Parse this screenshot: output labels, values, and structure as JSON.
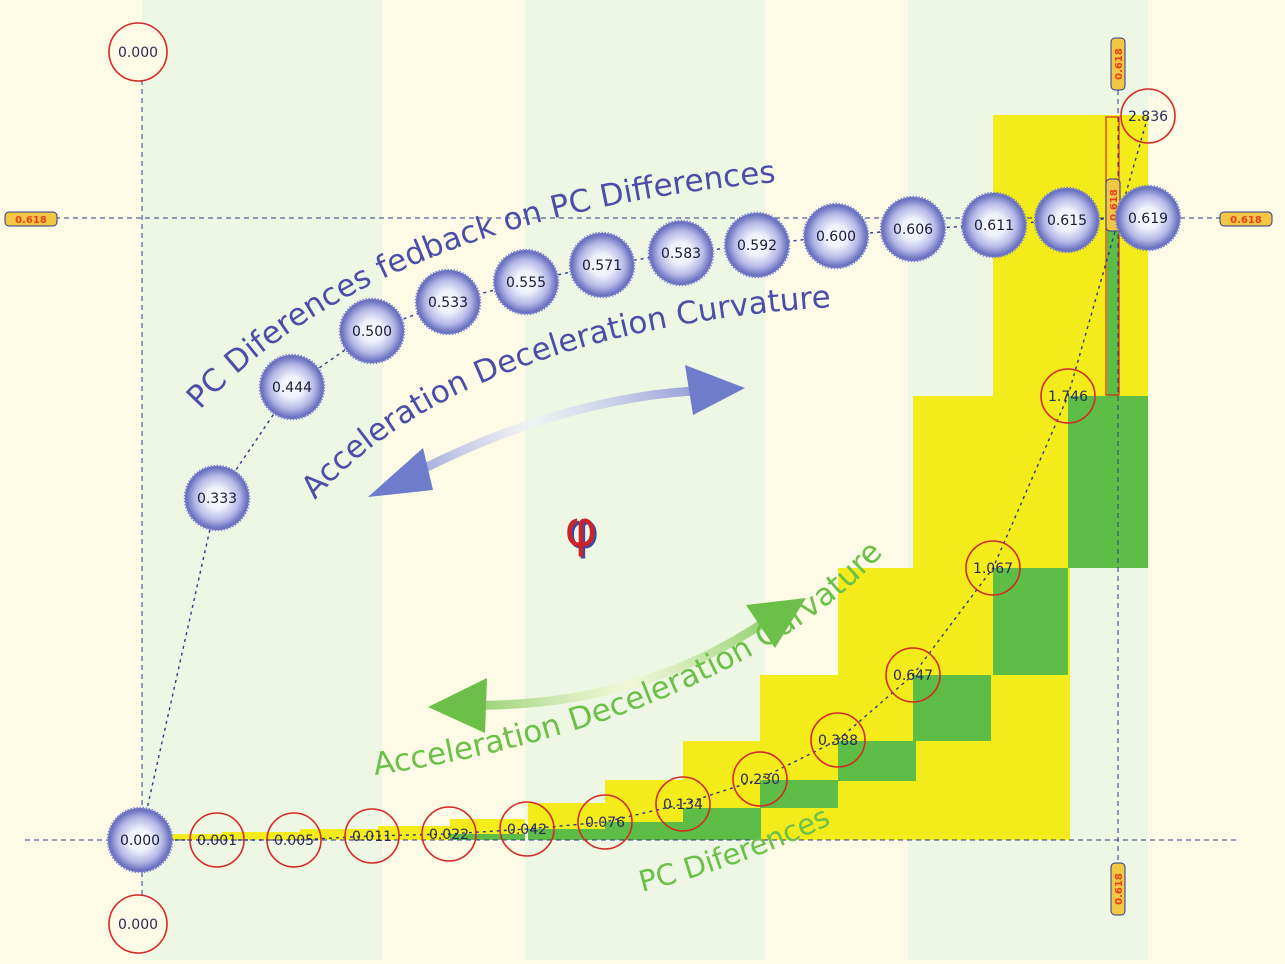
{
  "title_top": "PC Diferences fedback on PC Differences",
  "label_blue": "Acceleration Deceleration Curvature",
  "label_green": "Acceleration Deceleration Curvature",
  "label_bottom": "PC Diferences",
  "phi_symbol": "φ",
  "golden_tag": "0.618",
  "axis_origin_top": "0.000",
  "axis_origin_bottom": "0.000",
  "colors": {
    "blue_text": "#4b4ea8",
    "green_text": "#6cc04a",
    "yellow_block": "#f4ec1a",
    "green_block": "#5ebd46",
    "circle_red": "#d42a26",
    "tag_fill": "#f2c744",
    "phi_red": "#cc2229",
    "phi_blue": "#3a4aa0"
  },
  "chart_data": {
    "type": "scatter",
    "series": [
      {
        "values": [
          "0.000",
          "0.333",
          "0.444",
          "0.500",
          "0.533",
          "0.555",
          "0.571",
          "0.583",
          "0.592",
          "0.600",
          "0.606",
          "0.611",
          "0.615",
          "0.619"
        ]
      },
      {
        "values": [
          "0.000",
          "0.001",
          "0.005",
          "0.011",
          "0.022",
          "0.042",
          "0.076",
          "0.134",
          "0.230",
          "0.388",
          "0.647",
          "1.067",
          "1.746",
          "2.836"
        ]
      }
    ],
    "reference_line": "0.618"
  }
}
